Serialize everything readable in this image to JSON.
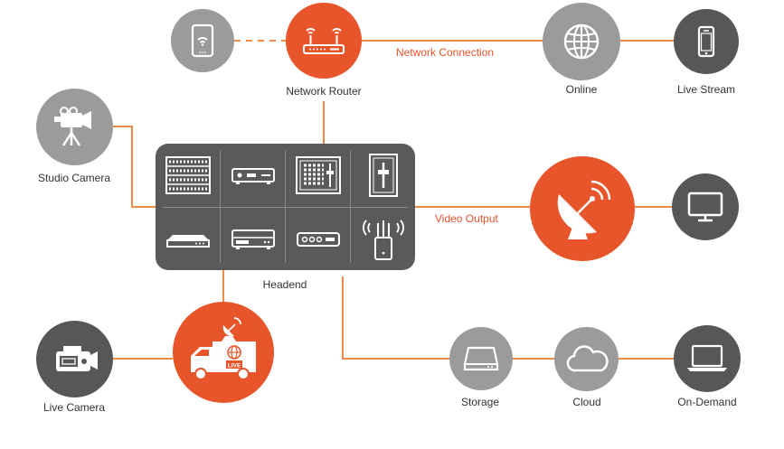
{
  "colors": {
    "accent": "#E8552A",
    "gray": "#9B9B9B",
    "dark": "#575757",
    "line": "#F08A47",
    "headend": "#5A5A5A",
    "divider": "#8A8A8A",
    "label": "#333333"
  },
  "labels": {
    "network_router": "Network Router",
    "online": "Online",
    "live_stream": "Live Stream",
    "studio_camera": "Studio Camera",
    "headend": "Headend",
    "live_camera": "Live Camera",
    "storage": "Storage",
    "cloud": "Cloud",
    "on_demand": "On-Demand"
  },
  "connections": {
    "network_connection": "Network Connection",
    "video_output": "Video Output"
  },
  "nodes": {
    "tablet": {
      "icon": "tablet-wifi-icon"
    },
    "router": {
      "icon": "wifi-router-icon"
    },
    "online": {
      "icon": "globe-icon"
    },
    "live_stream": {
      "icon": "smartphone-icon"
    },
    "studio_camera": {
      "icon": "studio-camera-icon"
    },
    "satellite": {
      "icon": "satellite-dish-icon"
    },
    "monitor": {
      "icon": "tv-monitor-icon"
    },
    "live_camera": {
      "icon": "camcorder-icon"
    },
    "broadcast_truck": {
      "icon": "broadcast-truck-icon",
      "badge": "LIVE"
    },
    "storage": {
      "icon": "hard-drive-icon"
    },
    "cloud": {
      "icon": "cloud-icon"
    },
    "on_demand": {
      "icon": "laptop-icon"
    }
  },
  "headend_devices": [
    "server-rack-icon",
    "media-player-icon",
    "control-panel-icon",
    "wall-plate-icon",
    "set-top-box-icon",
    "receiver-icon",
    "encoder-icon",
    "wireless-access-point-icon"
  ]
}
